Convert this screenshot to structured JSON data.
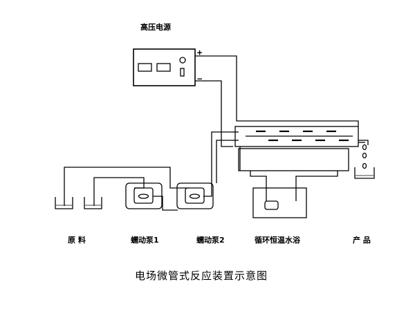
{
  "diagram": {
    "power_supply_label": "高压电源",
    "plus_sign": "+",
    "minus_sign": "−",
    "raw_material_label": "原 料",
    "pump1_label": "蠕动泵1",
    "pump2_label": "蠕动泵2",
    "water_bath_label": "循环恒温水浴",
    "product_label": "产 品"
  },
  "caption": "电场微管式反应装置示意图"
}
